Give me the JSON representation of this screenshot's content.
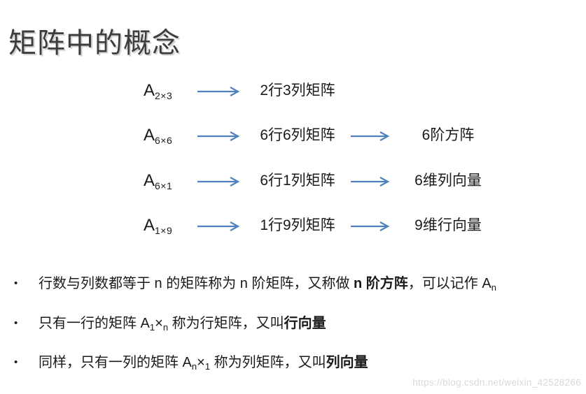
{
  "slide": {
    "title": "矩阵中的概念",
    "watermark": "https://blog.csdn.net/weixin_42528266"
  },
  "colors": {
    "arrow": "#4F81BD",
    "title": "#3D3D3D",
    "text": "#1A1A1A",
    "watermark": "#D9D9D9"
  },
  "diagram": {
    "rows": [
      {
        "symbol": "A",
        "subscript": "2×3",
        "label1": "2行3列矩阵",
        "label2": null
      },
      {
        "symbol": "A",
        "subscript": "6×6",
        "label1": "6行6列矩阵",
        "label2": "6阶方阵"
      },
      {
        "symbol": "A",
        "subscript": "6×1",
        "label1": "6行1列矩阵",
        "label2": "6维列向量"
      },
      {
        "symbol": "A",
        "subscript": "1×9",
        "label1": "1行9列矩阵",
        "label2": "9维行向量"
      }
    ]
  },
  "bullets": [
    {
      "marker": "•",
      "segments": [
        {
          "text": "行数与列数都等于 n 的矩阵称为 n 阶矩阵，又称做 ",
          "style": "normal"
        },
        {
          "text": "n 阶方阵",
          "style": "bold"
        },
        {
          "text": "，可以记作 A",
          "style": "normal"
        },
        {
          "text": "n",
          "style": "sub"
        }
      ]
    },
    {
      "marker": "•",
      "segments": [
        {
          "text": "只有一行的矩阵 A",
          "style": "normal"
        },
        {
          "text": "1",
          "style": "sub"
        },
        {
          "text": "×",
          "style": "normal"
        },
        {
          "text": "n",
          "style": "sub"
        },
        {
          "text": " 称为行矩阵，又叫",
          "style": "normal"
        },
        {
          "text": "行向量",
          "style": "bold"
        }
      ]
    },
    {
      "marker": "•",
      "segments": [
        {
          "text": "同样，只有一列的矩阵 A",
          "style": "normal"
        },
        {
          "text": "n",
          "style": "sub"
        },
        {
          "text": "×",
          "style": "normal"
        },
        {
          "text": "1",
          "style": "sub"
        },
        {
          "text": " 称为列矩阵，又叫",
          "style": "normal"
        },
        {
          "text": "列向量",
          "style": "bold"
        }
      ]
    }
  ]
}
